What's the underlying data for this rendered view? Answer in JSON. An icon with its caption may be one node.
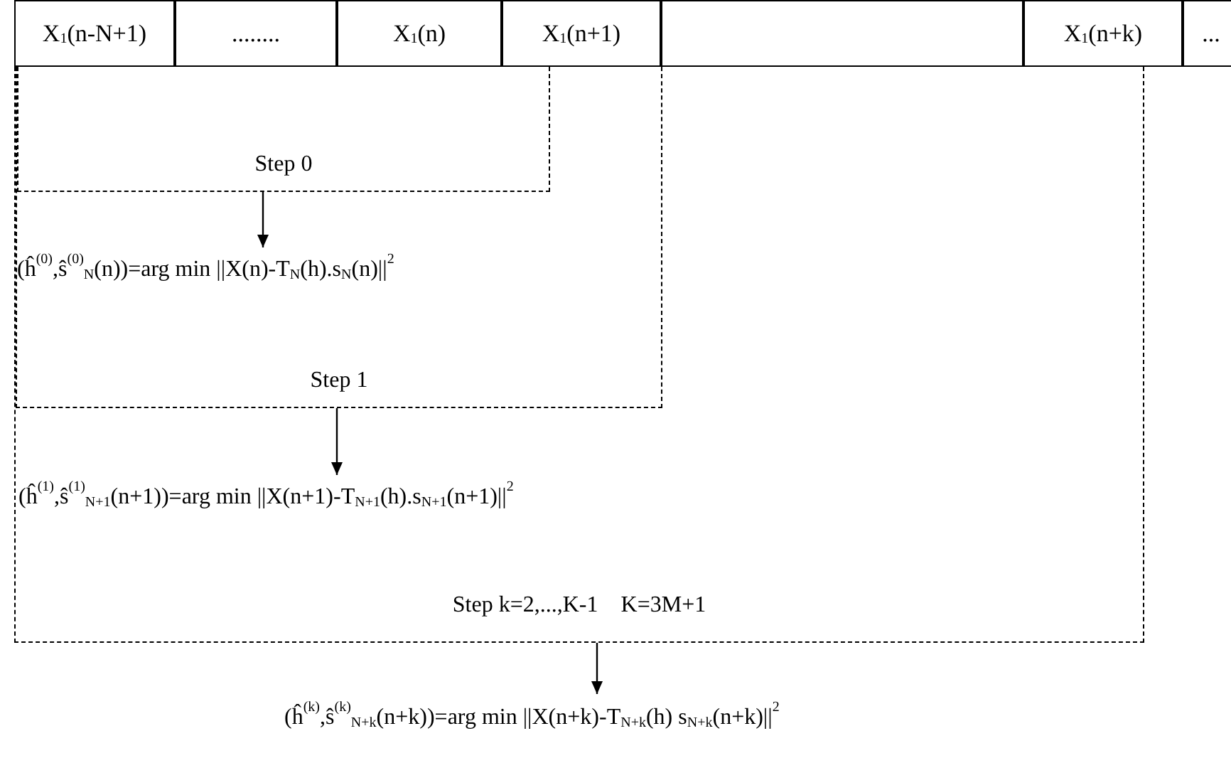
{
  "diagram": {
    "nodes": [
      {
        "text": [
          "X$_{1}$(n-N+1)"
        ]
      },
      {
        "text": [
          "........"
        ]
      },
      {
        "text": [
          "X$_{1}$(n)"
        ]
      },
      {
        "text": [
          "X$_{1}$(n+1)"
        ]
      },
      {
        "text": [],
        "shape": "box"
      },
      {
        "text": [
          "X$_{1}$(n+k)"
        ]
      },
      {
        "text": [
          "..."
        ]
      },
      {
        "text": [
          "Step k=2,...,K-1    K=3M+1"
        ]
      },
      {
        "text": [
          "Step 1"
        ],
        "in": 7
      },
      {
        "text": [
          "Step 0"
        ],
        "in": 8
      },
      {
        "text": [
          "(ĥ$^{(0)}$,ŝ$^{(0)}$$_{N}$(n))=arg min ||X(n)-T$_{N}$(h).s$_{N}$(n)||$^{2}$"
        ],
        "in": 8
      },
      {
        "text": [
          "(ĥ$^{(1)}$,ŝ$^{(1)}$$_{N+1}$(n+1))=arg min ||X(n+1)-T$_{N+1}$(h).s$_{N+1}$(n+1)||$^{2}$"
        ],
        "in": 7
      },
      {
        "text": [
          "(ĥ$^{(k)}$,ŝ$^{(k)}$$_{N+k}$(n+k))=arg min ||X(n+k)-T$_{N+k}$(h) s$_{N+k}$(n+k)||$^{2}$"
        ]
      }
    ],
    "edges": [
      {
        "from": 9,
        "to": 10,
        "arrow": "to"
      },
      {
        "from": 8,
        "to": 11,
        "arrow": "to"
      },
      {
        "from": 7,
        "to": 12,
        "arrow": "to"
      }
    ]
  }
}
